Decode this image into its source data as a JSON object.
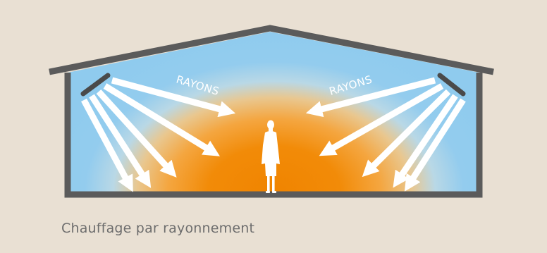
{
  "labels": {
    "rays_left": "RAYONS",
    "rays_right": "RAYONS"
  },
  "caption": "Chauffage par rayonnement",
  "icons": {
    "person": "person-silhouette-icon",
    "heater_left": "radiant-heater-icon",
    "heater_right": "radiant-heater-icon"
  },
  "colors": {
    "background": "#e9e0d3",
    "walls": "#5b5b5b",
    "cold_air": "#8fcbee",
    "warm_air": "#f08a00",
    "rays": "#ffffff",
    "caption": "#6d6d6d"
  }
}
